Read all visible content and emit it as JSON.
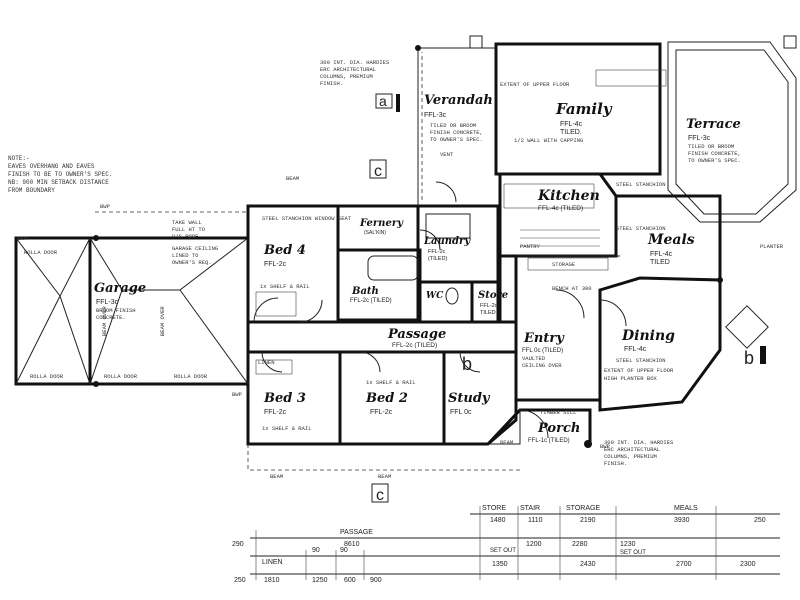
{
  "rooms": {
    "verandah": {
      "name": "Verandah",
      "level": "FFL-3c",
      "note1": "TILED OR BROOM",
      "note2": "FINISH CONCRETE,",
      "note3": "TO OWNER'S SPEC."
    },
    "family": {
      "name": "Family",
      "level": "FFL-4c",
      "finish": "TILED."
    },
    "terrace": {
      "name": "Terrace",
      "level": "FFL-3c",
      "note1": "TILED OR BROOM",
      "note2": "FINISH CONCRETE,",
      "note3": "TO OWNER'S SPEC."
    },
    "kitchen": {
      "name": "Kitchen",
      "level": "FFL-4c (TILED)"
    },
    "meals": {
      "name": "Meals",
      "level": "FFL-4c",
      "finish": "TILED"
    },
    "bed4": {
      "name": "Bed 4",
      "level": "FFL-2c"
    },
    "fernery": {
      "name": "Fernery",
      "level": "(SAL'KIN)"
    },
    "laundry": {
      "name": "Laundry",
      "level": "FFL-2c",
      "finish": "(TILED)"
    },
    "bath": {
      "name": "Bath",
      "level": "FFL-2c (TILED)"
    },
    "wc": {
      "name": "WC"
    },
    "store": {
      "name": "Store",
      "level": "FFL-2c",
      "finish": "TILED"
    },
    "garage": {
      "name": "Garage",
      "level": "FFL-3c",
      "note1": "BROOM FINISH",
      "note2": "CONCRETE."
    },
    "passage": {
      "name": "Passage",
      "level": "FFL-2c (TILED)"
    },
    "entry": {
      "name": "Entry",
      "level": "FFL 0c (TILED)",
      "note1": "VAULTED",
      "note2": "CEILING OVER"
    },
    "dining": {
      "name": "Dining",
      "level": "FFL-4c"
    },
    "bed3": {
      "name": "Bed 3",
      "level": "FFL-2c"
    },
    "bed2": {
      "name": "Bed 2",
      "level": "FFL-2c"
    },
    "study": {
      "name": "Study",
      "level": "FFL 0c"
    },
    "porch": {
      "name": "Porch",
      "level": "FFL-1c (TILED)"
    }
  },
  "section_marks": {
    "a": "a",
    "b": "b",
    "c": "c"
  },
  "notes": {
    "general_1": "NOTE:-",
    "general_2": "EAVES OVERHANG AND EAVES",
    "general_3": "FINISH TO BE TO OWNER'S SPEC.",
    "general_4": "NB: 900 MIN SETBACK DISTANCE",
    "general_5": "FROM BOUNDARY",
    "hardies_1": "300 INT. DIA. HARDIES",
    "hardies_2": "ERC ARCHITECTURAL",
    "hardies_3": "COLUMNS, PREMIUM",
    "hardies_4": "FINISH.",
    "upper_floor": "EXTENT OF UPPER FLOOR",
    "steel_stanchion": "STEEL STANCHION",
    "window_seat": "STEEL STANCHION  WINDOW SEAT",
    "garage_ceiling_1": "TAKE WALL",
    "garage_ceiling_2": "FULL HT TO",
    "garage_ceiling_3": "U/S ROOF",
    "garage_ceiling_4": "GARAGE CEILING",
    "garage_ceiling_5": "LINED TO",
    "garage_ceiling_6": "OWNER'S REQ.",
    "rolla_door": "ROLLA DOOR",
    "beam_over": "BEAM OVER",
    "shelf_rail": "1x SHELF & RAIL",
    "linen": "LINEN",
    "pantry": "PANTRY",
    "storage": "STORAGE",
    "planter": "PLANTER",
    "high_planter": "HIGH PLANTER BOX",
    "bwp": "BWP",
    "beam": "BEAM",
    "set_out": "SET OUT",
    "timber_sill": "TIMBER SILL",
    "capping": "1/2 WALL WITH CAPPING",
    "vent": "VENT",
    "bench": "BENCH AT 300"
  },
  "dimensions": {
    "row1_labels": [
      "STORE",
      "STAIR",
      "STORAGE",
      "MEALS"
    ],
    "row1_values": [
      "1480",
      "1110",
      "2190",
      "3930",
      "250"
    ],
    "row2_labels": [
      "PASSAGE"
    ],
    "row2_values": [
      "8610"
    ],
    "row3_values": [
      "290",
      "90",
      "90",
      "1200",
      "2280",
      "1230"
    ],
    "row4_labels": [
      "LINEN"
    ],
    "row4_values": [
      "250",
      "1810",
      "1250",
      "600",
      "900",
      "1350",
      "2430",
      "2700",
      "2300"
    ]
  }
}
